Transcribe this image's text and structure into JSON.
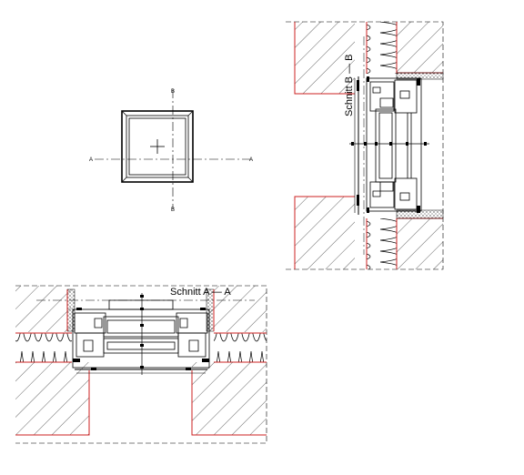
{
  "plan_view": {
    "axis_a_label_left": "A",
    "axis_a_label_right": "A",
    "axis_b_label_top": "B",
    "axis_b_label_bottom": "B"
  },
  "section_b": {
    "title": "Schnitt B — B"
  },
  "section_a": {
    "title": "Schnitt A — A"
  },
  "colors": {
    "line": "#000000",
    "wall_edge": "#cc2222",
    "hatch": "#000000",
    "background": "#ffffff"
  }
}
